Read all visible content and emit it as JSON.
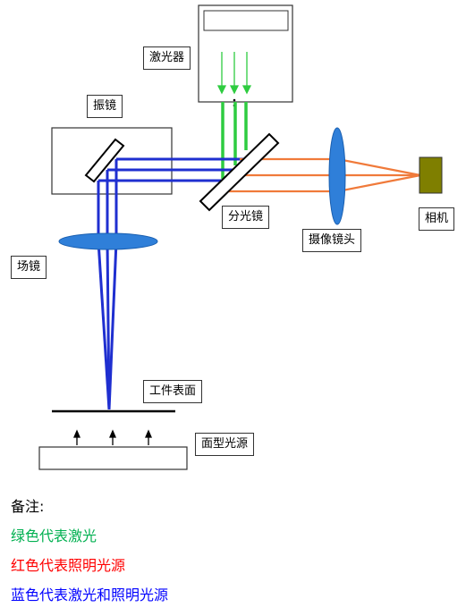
{
  "labels": {
    "laser": "激光器",
    "galvo": "振镜",
    "splitter": "分光镜",
    "lens": "摄像镜头",
    "camera": "相机",
    "field_lens": "场镜",
    "workpiece": "工件表面",
    "light_source": "面型光源"
  },
  "notes": {
    "title": "备注:",
    "green": "绿色代表激光",
    "red": "红色代表照明光源",
    "blue": "蓝色代表激光和照明光源"
  },
  "colors": {
    "green": "#2ecc40",
    "orange": "#f07a3a",
    "blue": "#1f2fd0",
    "lens_blue": "#2f7fd9",
    "camera": "#7f7f00",
    "red_text": "#ff0000",
    "green_text": "#00b050",
    "blue_text": "#0000ff"
  }
}
